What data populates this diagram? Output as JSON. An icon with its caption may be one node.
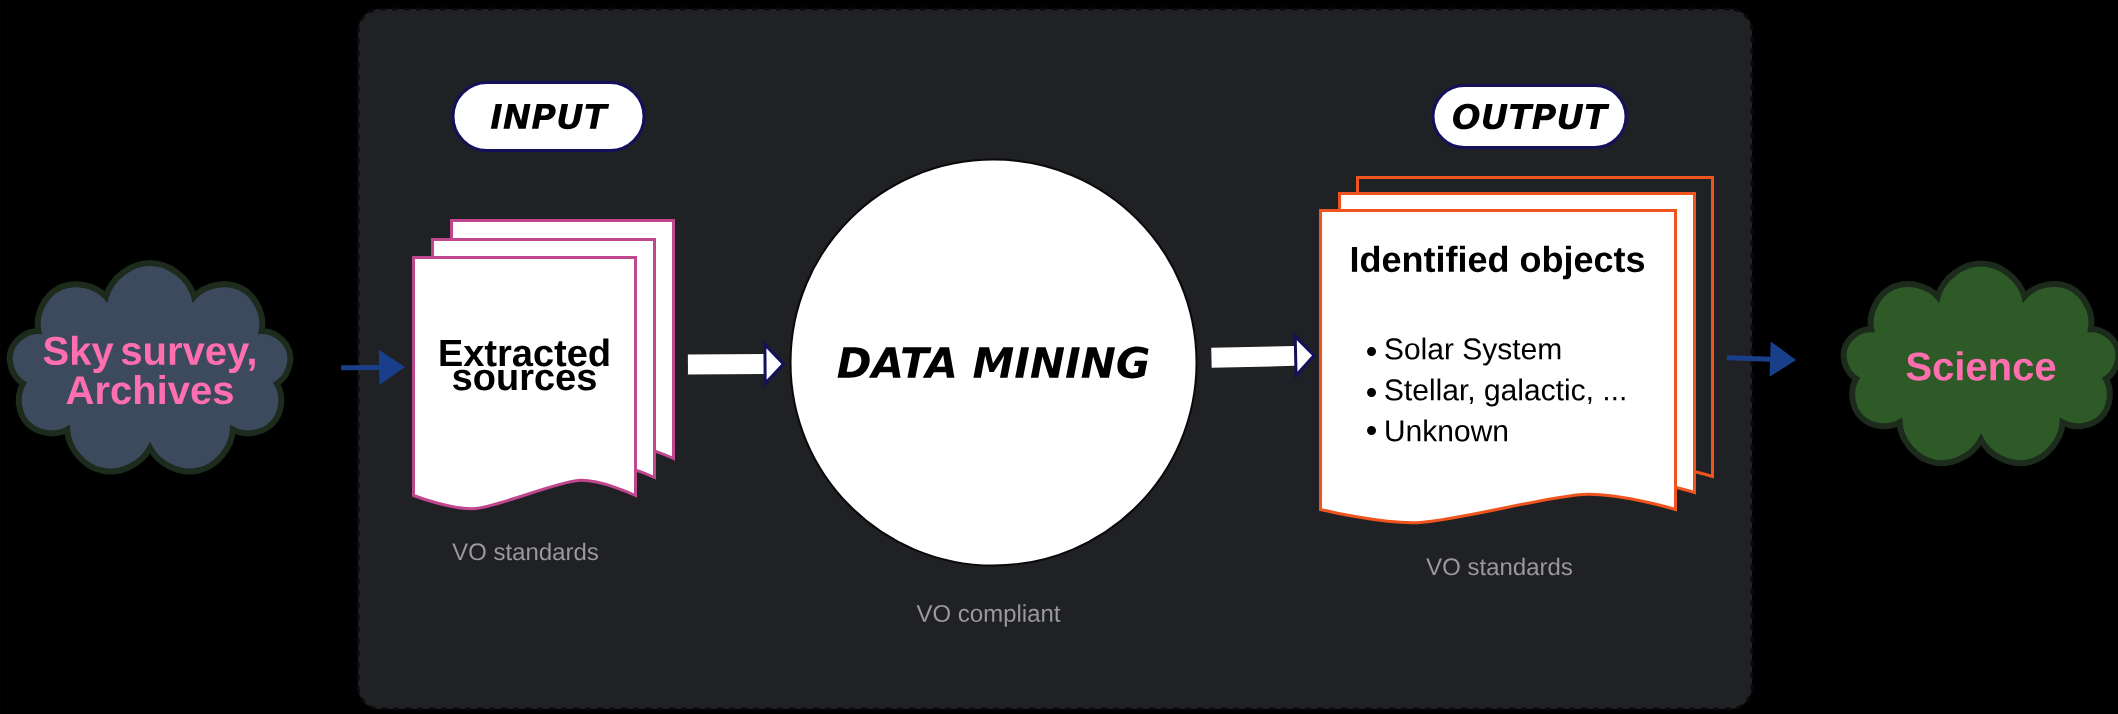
{
  "diagram": {
    "nodes": [
      {
        "text": [
          "Sky survey, Archives"
        ]
      },
      {
        "text": [],
        "shape": "box"
      },
      {
        "text": [
          "INPUT"
        ],
        "in": 1
      },
      {
        "text": [
          "Extracted sources"
        ],
        "in": 1,
        "beside": [
          "VO standards"
        ]
      },
      {
        "text": [
          "DATA MINING"
        ],
        "in": 1,
        "beside": [
          "VO compliant"
        ]
      },
      {
        "text": [
          "OUTPUT"
        ],
        "in": 1
      },
      {
        "text": [
          "Identified objects",
          "Solar System",
          "Stellar, galactic, ...",
          "Unknown"
        ],
        "in": 1,
        "beside": [
          "VO standards"
        ]
      },
      {
        "text": [
          "Science"
        ]
      }
    ],
    "edges": [
      {
        "from": 0,
        "to": 3,
        "arrow": "to"
      },
      {
        "from": 3,
        "to": 4,
        "arrow": "to",
        "style": "thick",
        "color": "#ffffff"
      },
      {
        "from": 4,
        "to": 6,
        "arrow": "to",
        "style": "thick",
        "color": "#ffffff"
      },
      {
        "from": 6,
        "to": 7,
        "arrow": "to"
      }
    ]
  }
}
